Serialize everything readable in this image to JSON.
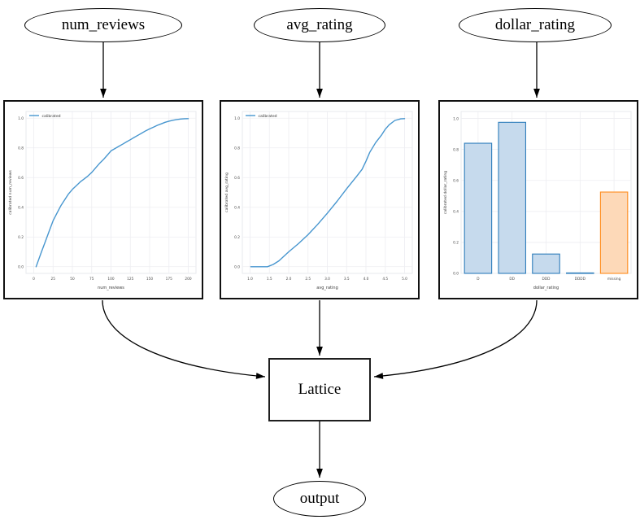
{
  "nodes": {
    "num_reviews": "num_reviews",
    "avg_rating": "avg_rating",
    "dollar_rating": "dollar_rating",
    "lattice": "Lattice",
    "output": "output"
  },
  "colors": {
    "line": "#4796cf",
    "blue_fill": "#c6daed",
    "blue_edge": "#2d7dbb",
    "orange_fill": "#fdd9b8",
    "orange_edge": "#ff8c1c",
    "grid": "#ededf1",
    "frame": "#e7e9ee",
    "tick": "#4d4d4d",
    "label": "#3d3d3d",
    "legend_text": "#333333",
    "arrow": "#000000"
  },
  "chart_data": [
    {
      "type": "line",
      "xlabel": "num_reviews",
      "ylabel": "calibrated num_reviews",
      "legend": "calibrated",
      "xlim": [
        -10,
        210
      ],
      "ylim": [
        -0.045,
        1.045
      ],
      "xticks": [
        "0",
        "25",
        "50",
        "75",
        "100",
        "125",
        "150",
        "175",
        "200"
      ],
      "yticks": [
        "0.0",
        "0.2",
        "0.4",
        "0.6",
        "0.8",
        "1.0"
      ],
      "grid": true,
      "legend_position": "upper-left",
      "series": [
        {
          "name": "calibrated",
          "x": [
            3,
            10,
            15,
            20,
            25,
            30,
            35,
            40,
            45,
            50,
            55,
            60,
            65,
            70,
            75,
            80,
            85,
            90,
            95,
            100,
            105,
            110,
            115,
            120,
            125,
            130,
            135,
            140,
            145,
            150,
            155,
            160,
            165,
            170,
            175,
            180,
            185,
            190,
            195,
            200
          ],
          "y": [
            0.0,
            0.1,
            0.17,
            0.24,
            0.31,
            0.36,
            0.41,
            0.45,
            0.49,
            0.52,
            0.545,
            0.57,
            0.59,
            0.61,
            0.635,
            0.665,
            0.695,
            0.72,
            0.75,
            0.78,
            0.795,
            0.81,
            0.825,
            0.84,
            0.855,
            0.87,
            0.885,
            0.9,
            0.915,
            0.928,
            0.94,
            0.952,
            0.962,
            0.972,
            0.98,
            0.986,
            0.991,
            0.994,
            0.996,
            0.997
          ]
        }
      ]
    },
    {
      "type": "line",
      "xlabel": "avg_rating",
      "ylabel": "calibrated avg_rating",
      "legend": "calibrated",
      "xlim": [
        0.8,
        5.2
      ],
      "ylim": [
        -0.045,
        1.045
      ],
      "xticks": [
        "1.0",
        "1.5",
        "2.0",
        "2.5",
        "3.0",
        "3.5",
        "4.0",
        "4.5",
        "5.0"
      ],
      "yticks": [
        "0.0",
        "0.2",
        "0.4",
        "0.6",
        "0.8",
        "1.0"
      ],
      "grid": true,
      "legend_position": "upper-left",
      "series": [
        {
          "name": "calibrated",
          "x": [
            1.02,
            1.25,
            1.45,
            1.6,
            1.75,
            2.0,
            2.25,
            2.5,
            2.75,
            3.0,
            3.25,
            3.5,
            3.75,
            3.9,
            4.0,
            4.1,
            4.25,
            4.4,
            4.5,
            4.6,
            4.75,
            4.9,
            5.0
          ],
          "y": [
            0.0,
            0.0,
            0.0,
            0.015,
            0.04,
            0.1,
            0.155,
            0.215,
            0.285,
            0.36,
            0.44,
            0.525,
            0.605,
            0.655,
            0.71,
            0.77,
            0.835,
            0.885,
            0.925,
            0.955,
            0.985,
            0.995,
            0.997
          ]
        }
      ]
    },
    {
      "type": "bar",
      "xlabel": "dollar_rating",
      "ylabel": "calibrated dollar_rating",
      "ylim": [
        0,
        1.045
      ],
      "yticks": [
        "0.0",
        "0.2",
        "0.4",
        "0.6",
        "0.8",
        "1.0"
      ],
      "grid": true,
      "categories": [
        "D",
        "DD",
        "DDD",
        "DDDD",
        "missing"
      ],
      "values": [
        0.84,
        0.975,
        0.125,
        0.003,
        0.525
      ],
      "bar_colors": [
        "blue",
        "blue",
        "blue",
        "blue",
        "orange"
      ]
    }
  ]
}
